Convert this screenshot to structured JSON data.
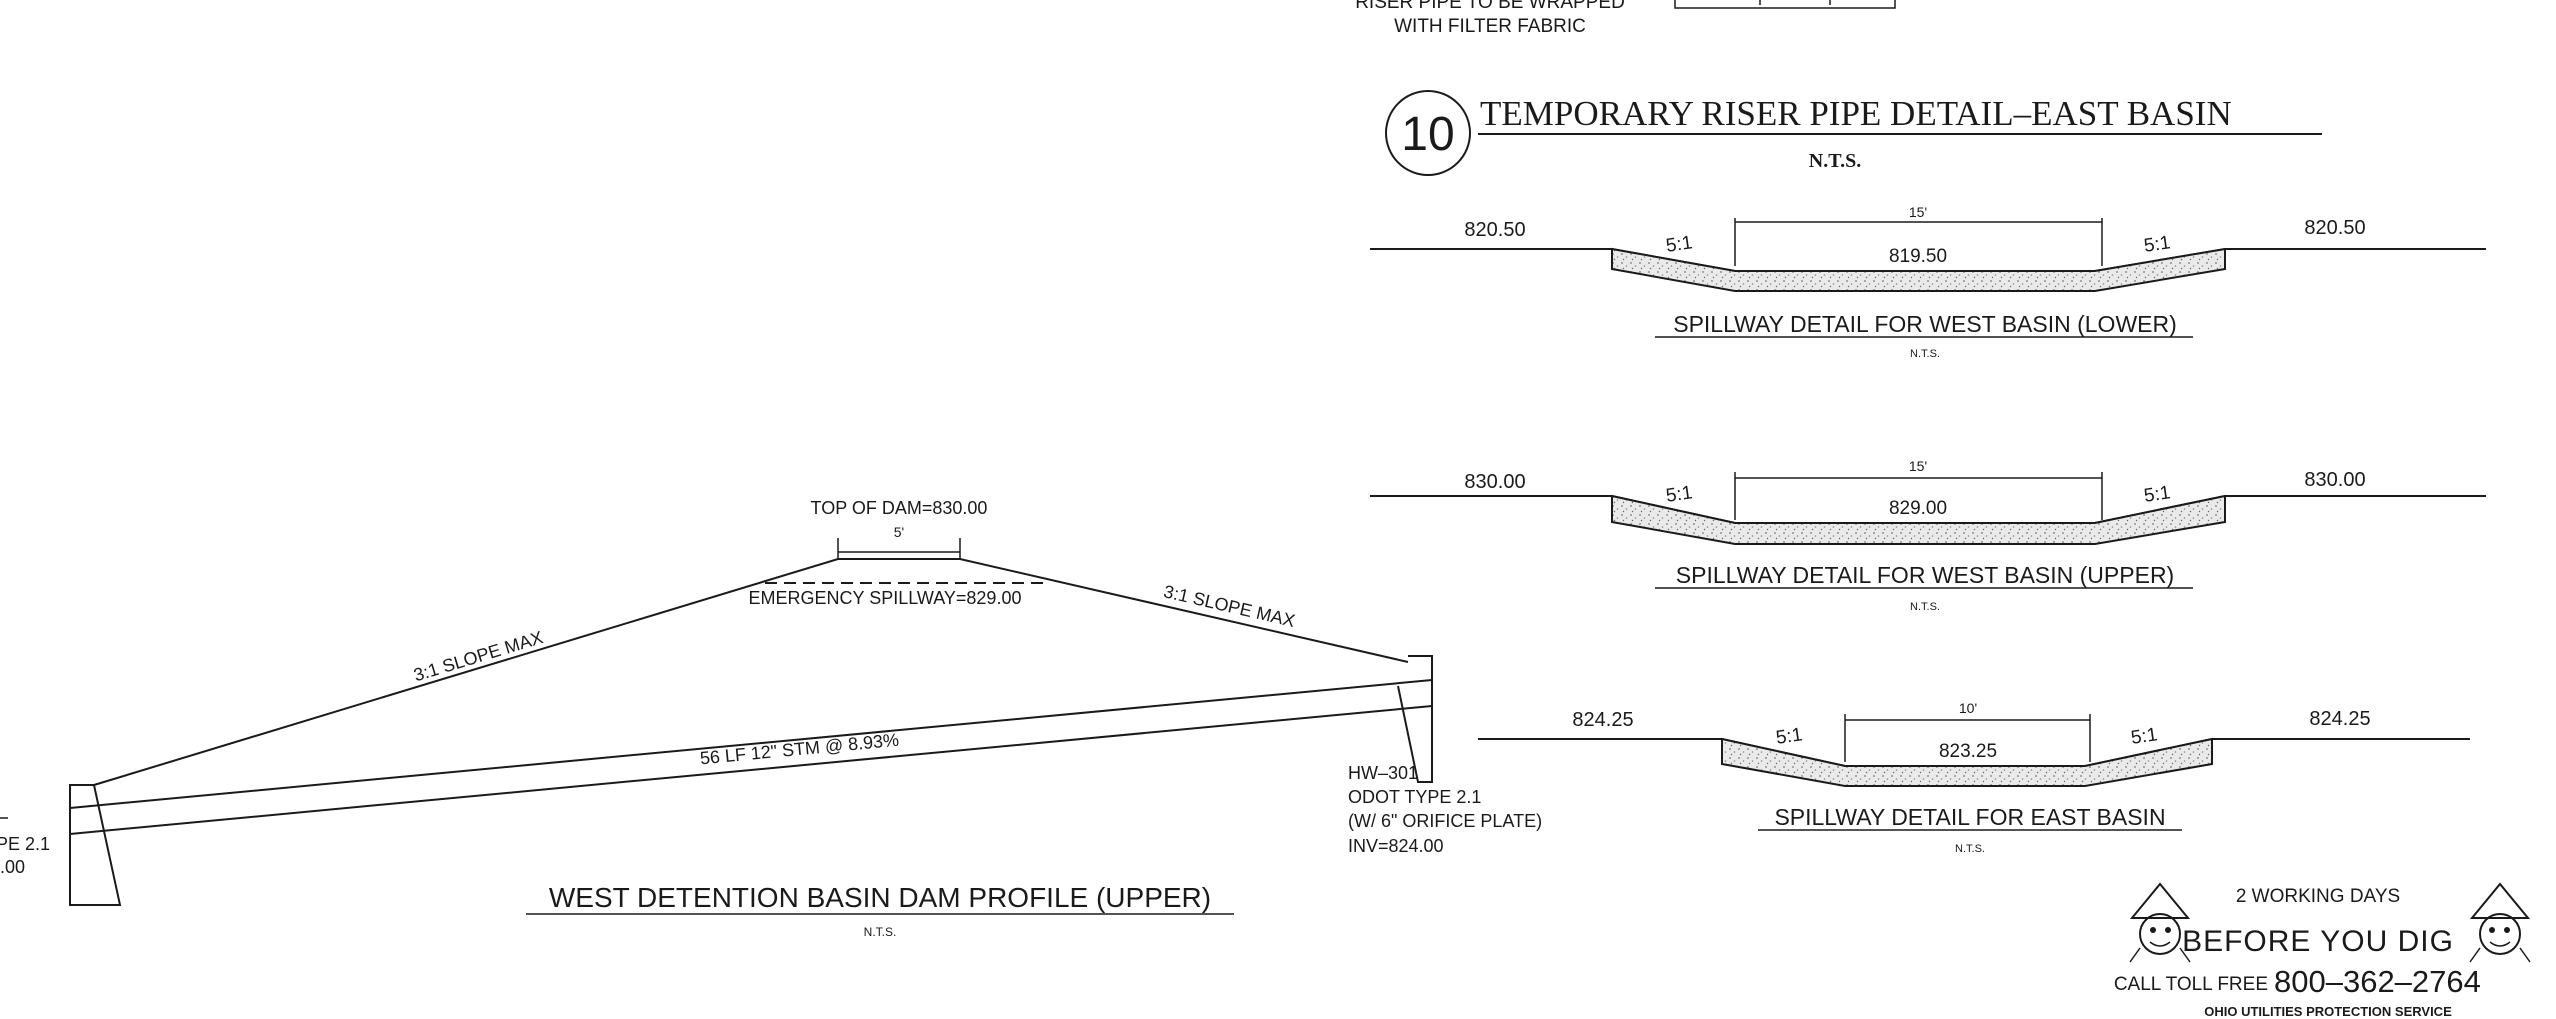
{
  "header": {
    "riser_note_line1": "RISER PIPE TO BE WRAPPED",
    "riser_note_line2": "WITH FILTER FABRIC",
    "detail_number": "10",
    "detail_title": "TEMPORARY RISER PIPE DETAIL–EAST BASIN",
    "detail_scale": "N.T.S."
  },
  "spillway_lower": {
    "left_elev": "820.50",
    "right_elev": "820.50",
    "left_slope": "5:1",
    "right_slope": "5:1",
    "width": "15'",
    "bottom_elev": "819.50",
    "title": "SPILLWAY DETAIL FOR WEST BASIN (LOWER)",
    "scale": "N.T.S."
  },
  "spillway_upper": {
    "left_elev": "830.00",
    "right_elev": "830.00",
    "left_slope": "5:1",
    "right_slope": "5:1",
    "width": "15'",
    "bottom_elev": "829.00",
    "title": "SPILLWAY DETAIL FOR WEST BASIN (UPPER)",
    "scale": "N.T.S."
  },
  "spillway_east": {
    "left_elev": "824.25",
    "right_elev": "824.25",
    "left_slope": "5:1",
    "right_slope": "5:1",
    "width": "10'",
    "bottom_elev": "823.25",
    "title": "SPILLWAY DETAIL FOR EAST BASIN",
    "scale": "N.T.S."
  },
  "dam_profile": {
    "top_of_dam": "TOP OF DAM=830.00",
    "crest_width": "5'",
    "emergency_spillway": "EMERGENCY SPILLWAY=829.00",
    "left_slope": "3:1 SLOPE MAX",
    "right_slope": "3:1 SLOPE MAX",
    "pipe_label": "56 LF 12\" STM @ 8.93%",
    "hw_line1": "HW–301",
    "hw_line2": "ODOT TYPE 2.1",
    "hw_line3": "(W/ 6\" ORIFICE PLATE)",
    "hw_line4": "INV=824.00",
    "left_partial1": "PE 2.1",
    "left_partial2": ".00",
    "title": "WEST DETENTION BASIN DAM PROFILE (UPPER)",
    "scale": "N.T.S."
  },
  "ohio_ups": {
    "line1": "2 WORKING DAYS",
    "line2": "BEFORE YOU DIG",
    "call_prefix": "CALL TOLL FREE",
    "phone": "800–362–2764",
    "service": "OHIO UTILITIES PROTECTION SERVICE"
  }
}
